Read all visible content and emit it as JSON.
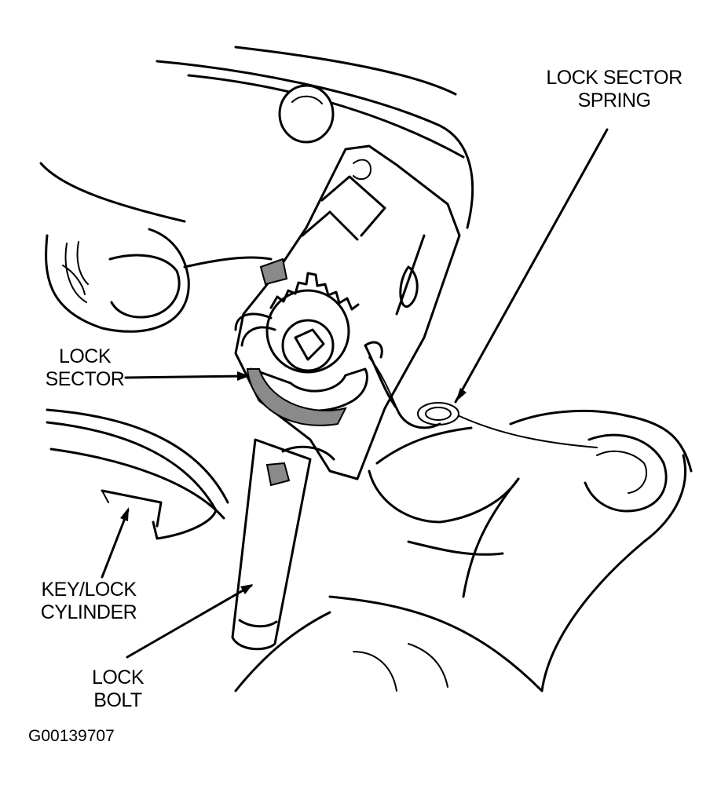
{
  "labels": {
    "lock_sector_spring": [
      "LOCK SECTOR",
      "SPRING"
    ],
    "lock_sector": [
      "LOCK",
      "SECTOR"
    ],
    "key_lock_cylinder": [
      "KEY/LOCK",
      "CYLINDER"
    ],
    "lock_bolt": [
      "LOCK",
      "BOLT"
    ]
  },
  "figure_code": "G00139707"
}
